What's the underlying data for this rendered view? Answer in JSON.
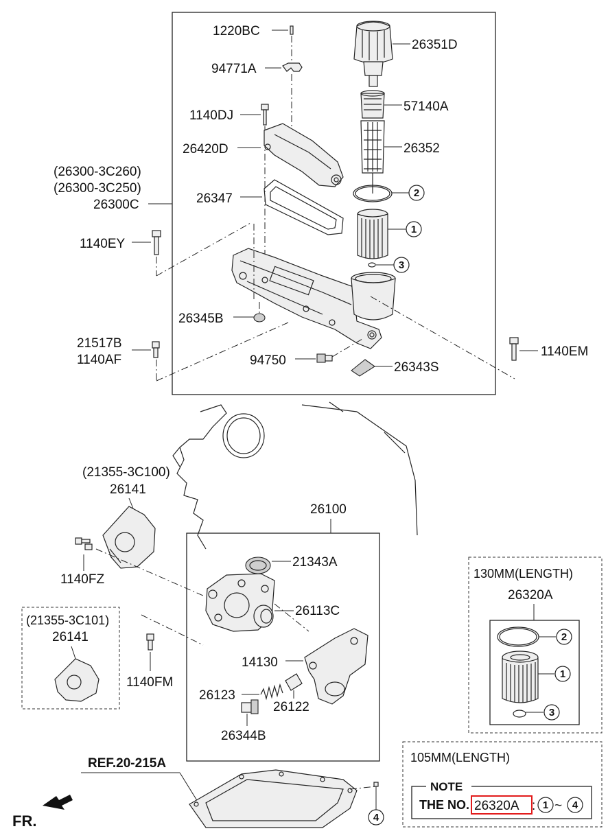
{
  "labels": {
    "p1220BC": "1220BC",
    "p94771A": "94771A",
    "p1140DJ": "1140DJ",
    "p26420D": "26420D",
    "p26347": "26347",
    "p26300_3C260": "(26300-3C260)",
    "p26300_3C250": "(26300-3C250)",
    "p26300C": "26300C",
    "p1140EY": "1140EY",
    "p26345B": "26345B",
    "p21517B": "21517B",
    "p1140AF": "1140AF",
    "p94750": "94750",
    "p26351D": "26351D",
    "p57140A": "57140A",
    "p26352": "26352",
    "p26343S": "26343S",
    "p1140EM": "1140EM",
    "p21355_3C100": "(21355-3C100)",
    "p26141a": "26141",
    "p1140FZ": "1140FZ",
    "p26100": "26100",
    "p21343A": "21343A",
    "p26113C": "26113C",
    "p14130": "14130",
    "p26123": "26123",
    "p26122": "26122",
    "p26344B": "26344B",
    "p21355_3C101": "(21355-3C101)",
    "p26141b": "26141",
    "p1140FM": "1140FM",
    "ref": "REF.20-215A",
    "fr": "FR."
  },
  "callouts": {
    "c1": "1",
    "c2": "2",
    "c3": "3",
    "c4": "4"
  },
  "filter_kit": {
    "length_130": "130MM(LENGTH)",
    "part_26320A": "26320A",
    "length_105": "105MM(LENGTH)"
  },
  "note": {
    "title": "NOTE",
    "prefix": "THE NO.",
    "part": "26320A",
    "suffix": ":",
    "range_from": "1",
    "tilde": "~",
    "range_to": "4"
  },
  "colors": {
    "highlight": "#e21b1b",
    "line": "#222222"
  }
}
